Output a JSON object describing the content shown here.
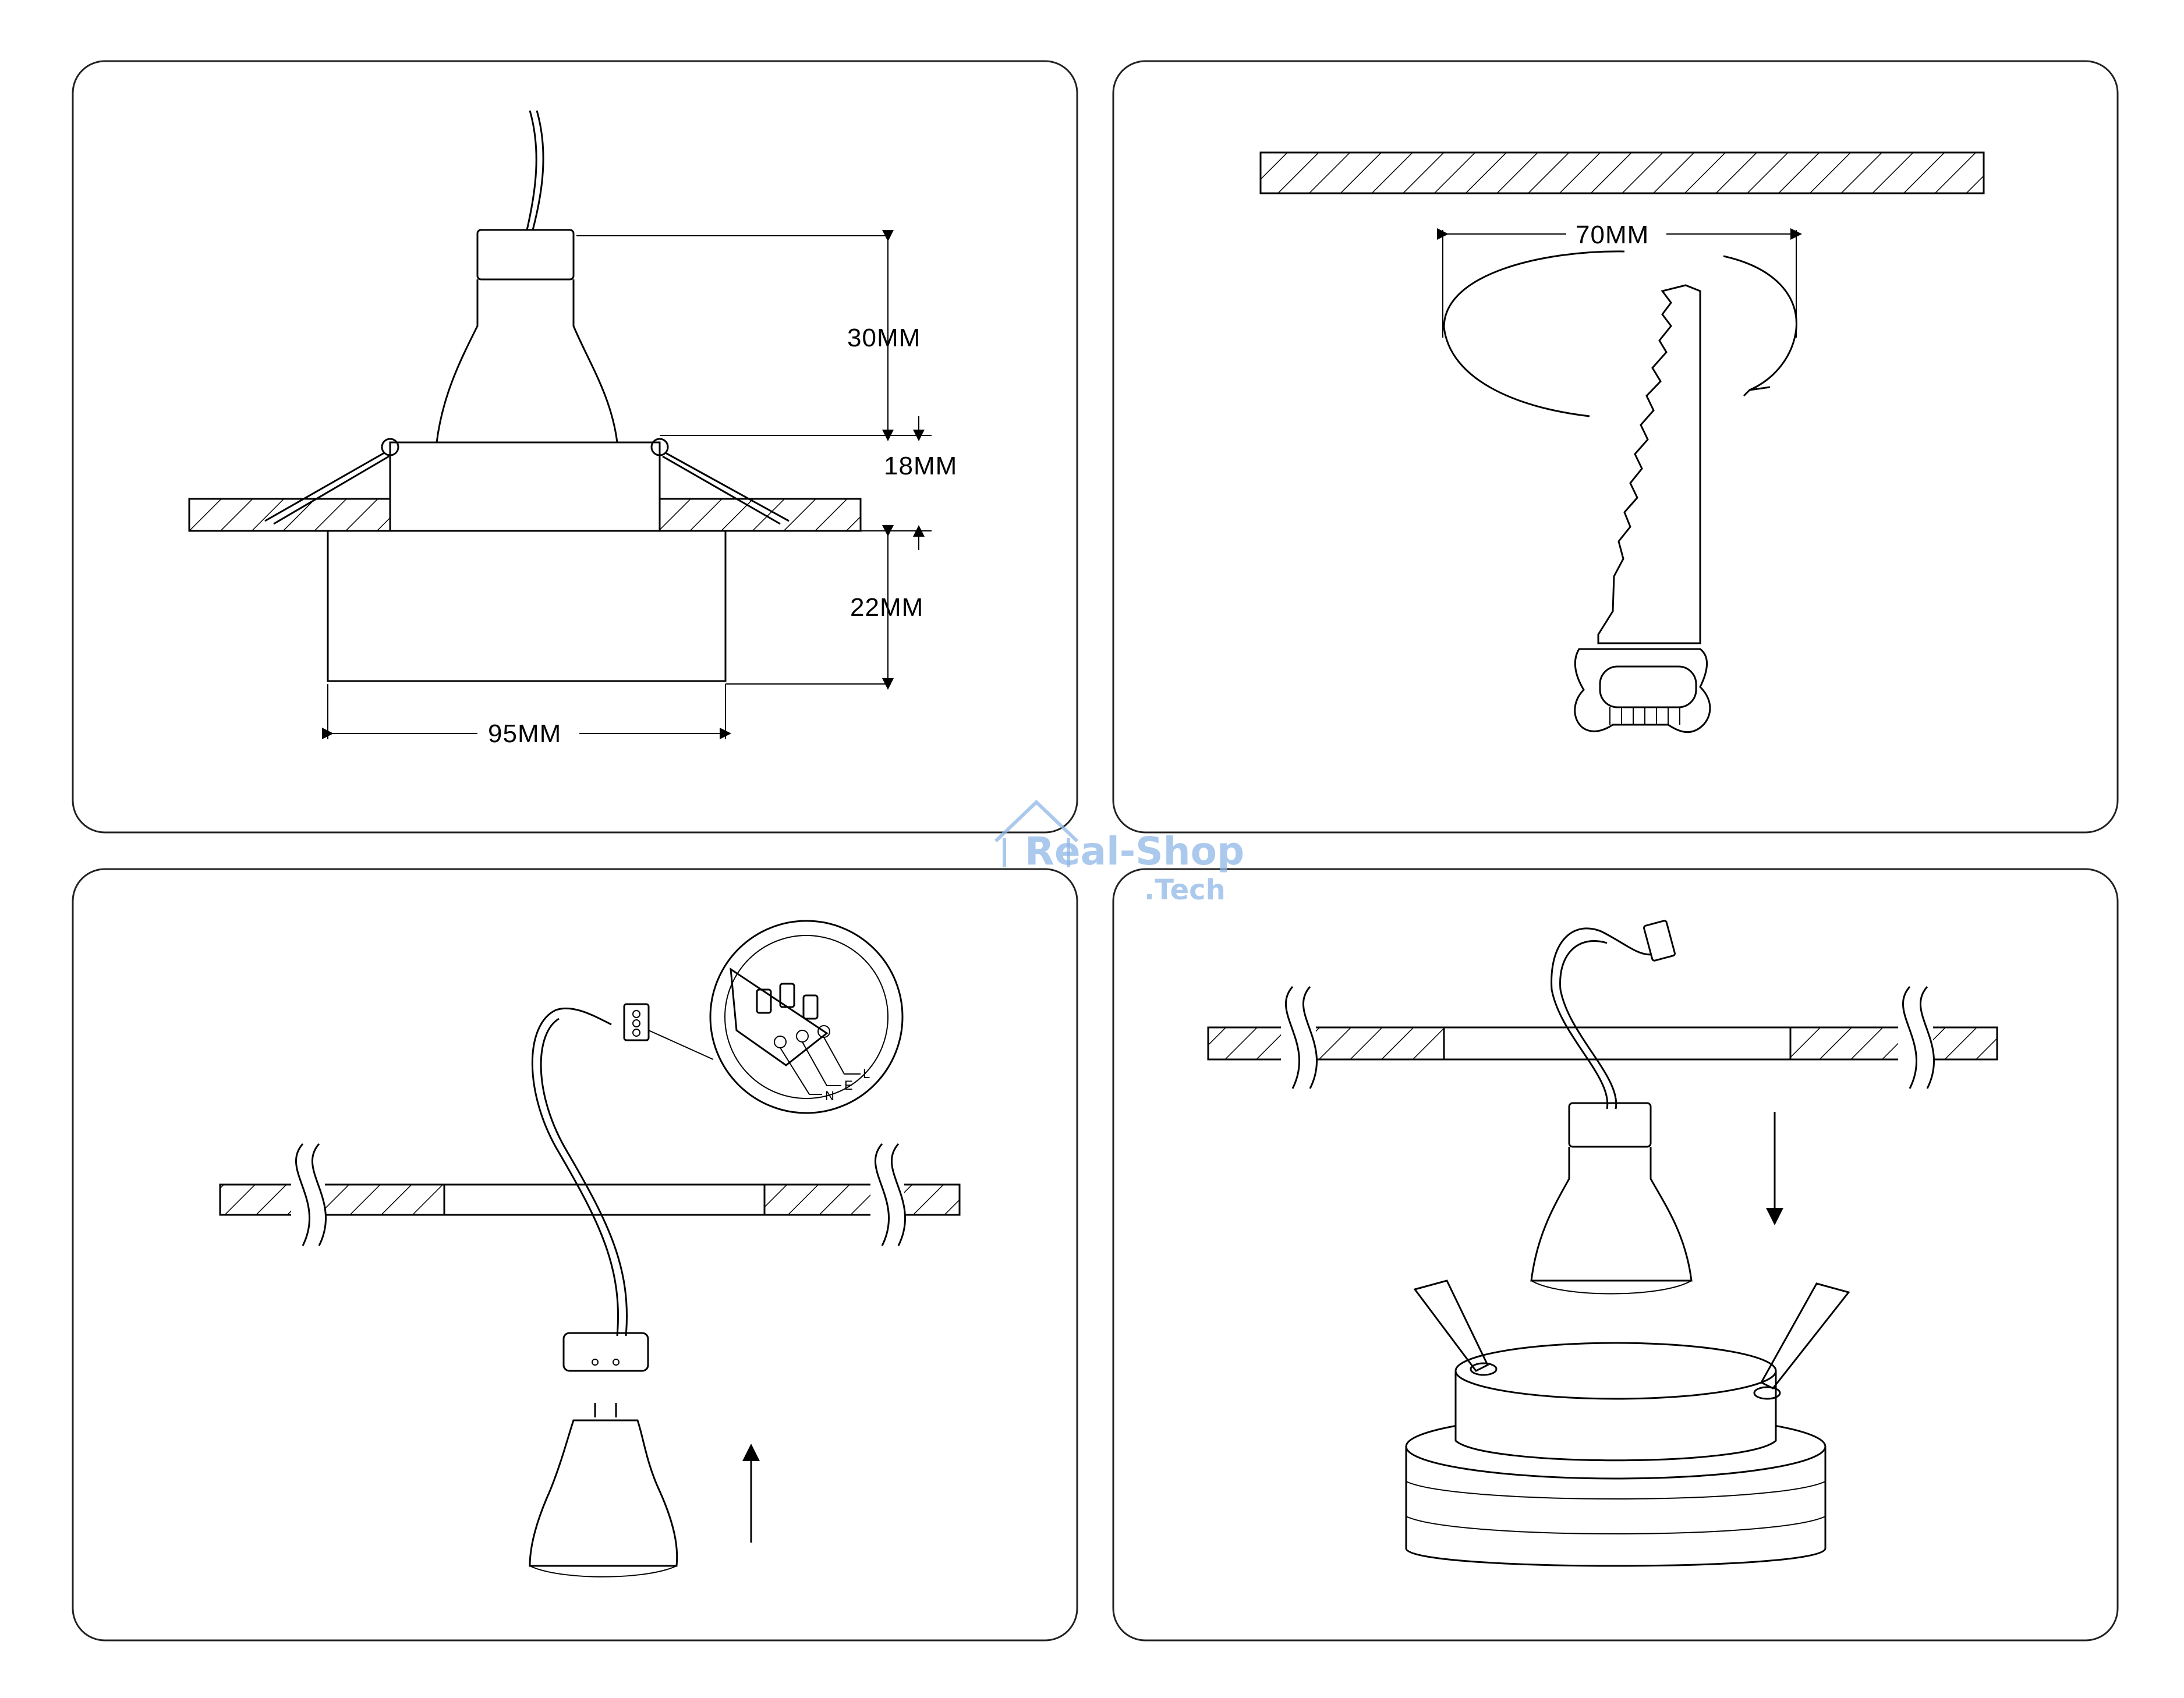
{
  "panel_1": {
    "dims": {
      "height_top": "30MM",
      "height_mid": "18MM",
      "height_bottom": "22MM",
      "width": "95MM"
    }
  },
  "panel_2": {
    "dims": {
      "cutout": "70MM"
    }
  },
  "panel_3": {
    "wiring_labels": {
      "live": "L",
      "earth": "E",
      "neutral": "N"
    }
  },
  "watermark": {
    "line1": "Real-Shop",
    "line2": ".Tech",
    "color": "#8fb7e6"
  },
  "colors": {
    "line": "#000000",
    "background": "#ffffff"
  }
}
